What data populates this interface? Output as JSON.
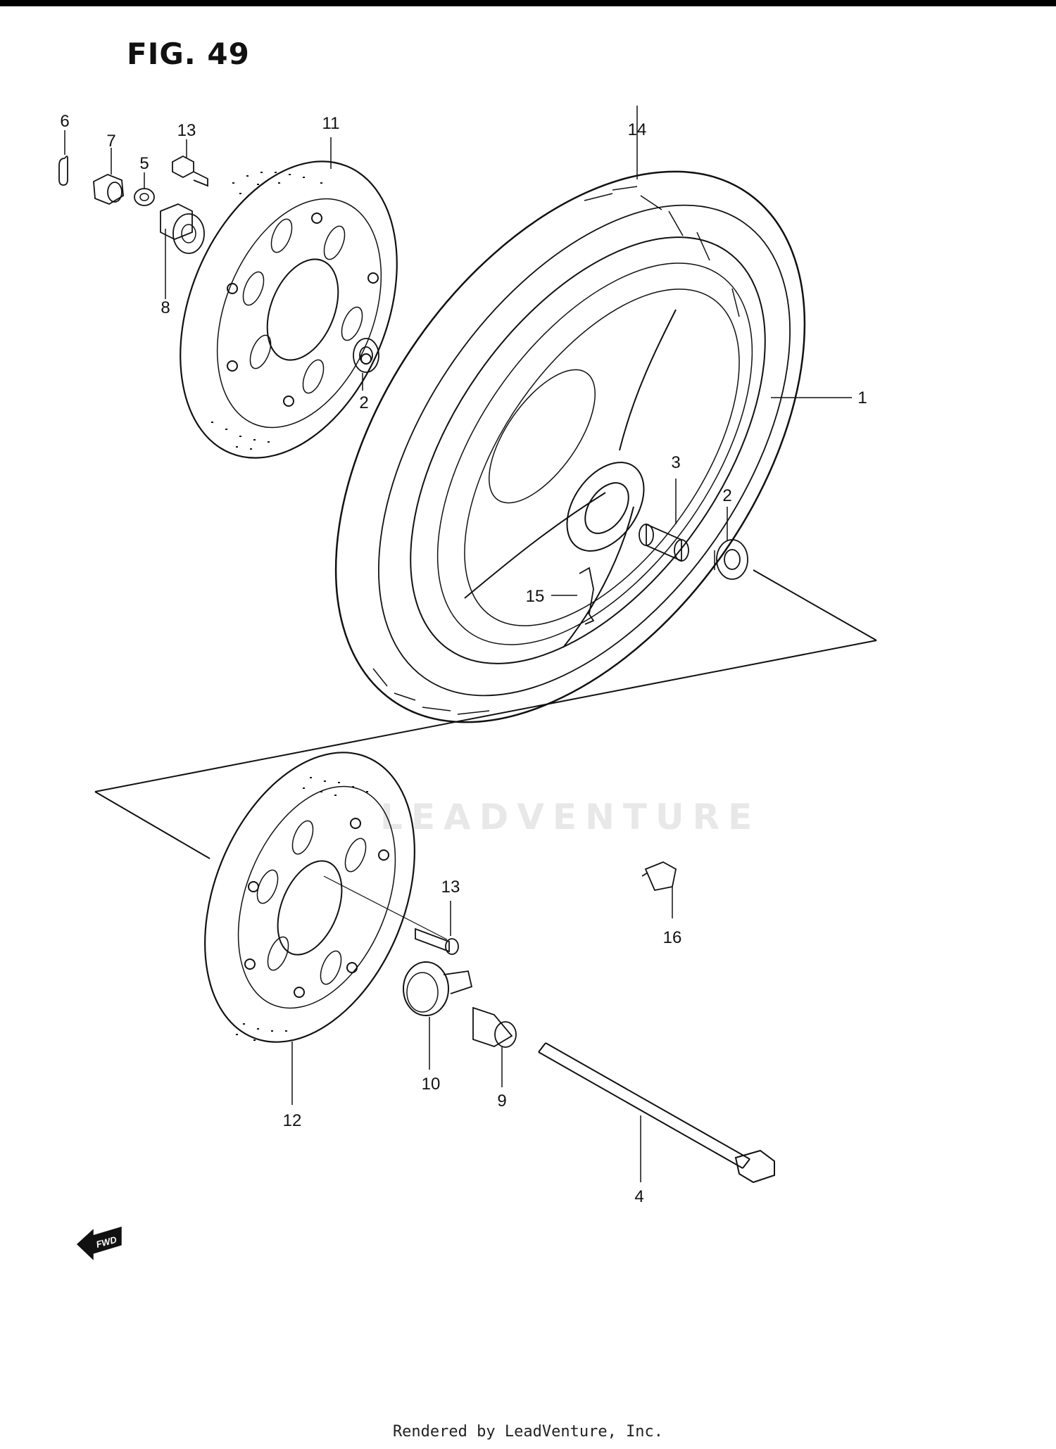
{
  "header": {
    "figure_label": "FIG. 49"
  },
  "watermark": {
    "text": "LEADVENTURE"
  },
  "footer": {
    "text": "Rendered by LeadVenture, Inc."
  },
  "fwd_badge": {
    "text": "FWD"
  },
  "callouts": {
    "c1": "1",
    "c2a": "2",
    "c2b": "2",
    "c3": "3",
    "c4": "4",
    "c5": "5",
    "c6": "6",
    "c7": "7",
    "c8": "8",
    "c9": "9",
    "c10": "10",
    "c11": "11",
    "c12": "12",
    "c13a": "13",
    "c13b": "13",
    "c14": "14",
    "c15": "15",
    "c16": "16"
  }
}
